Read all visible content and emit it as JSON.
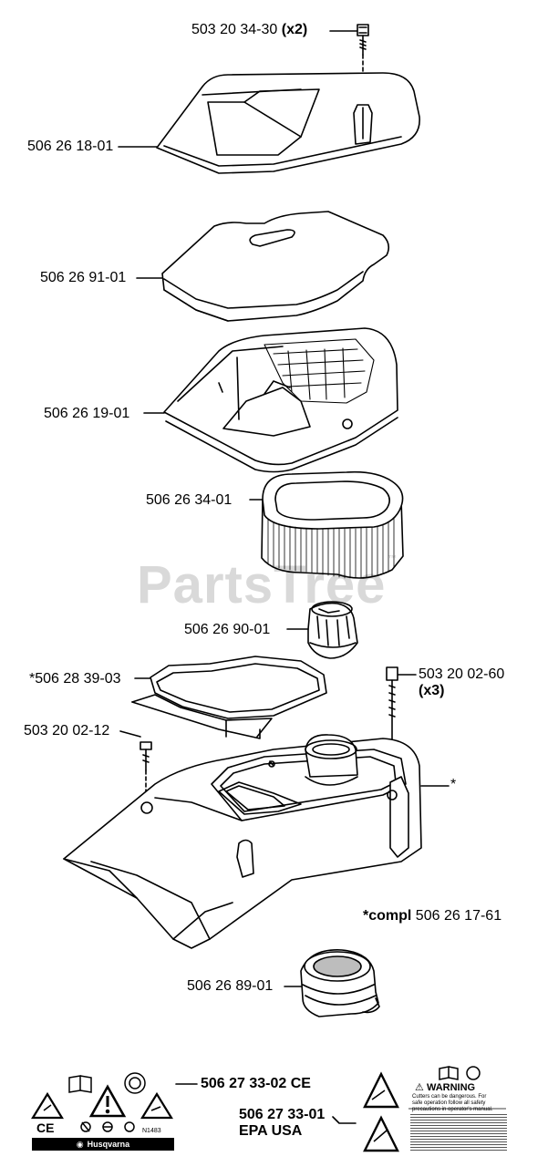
{
  "watermark": {
    "brand": "PartsTree",
    "tm": "™"
  },
  "parts": [
    {
      "id": "air-filter-cover-screw",
      "number": "503 20 34-30",
      "qty": "(x2)"
    },
    {
      "id": "air-filter-cover",
      "number": "506 26 18-01"
    },
    {
      "id": "filter-pad",
      "number": "506 26 91-01"
    },
    {
      "id": "filter-housing",
      "number": "506 26 19-01"
    },
    {
      "id": "air-filter",
      "number": "506 26 34-01"
    },
    {
      "id": "filter-holder",
      "number": "506 26 90-01"
    },
    {
      "id": "gasket",
      "number": "*506 28 39-03"
    },
    {
      "id": "housing-bolt",
      "number": "503 20 02-60",
      "qty": "(x3)"
    },
    {
      "id": "small-screw",
      "number": "503 20 02-12"
    },
    {
      "id": "asterisk-marker",
      "number": "*"
    },
    {
      "id": "complete-assembly",
      "prefix": "*compl",
      "number": "506 26 17-61"
    },
    {
      "id": "intake-boot",
      "number": "506 26 89-01"
    },
    {
      "id": "decal-ce",
      "number": "506 27 33-02 CE"
    },
    {
      "id": "decal-epa",
      "number": "506 27 33-01",
      "note": "EPA USA"
    }
  ],
  "decal_ce": {
    "brand": "Husqvarna",
    "ce_mark": "CE",
    "code": "N1483"
  },
  "decal_epa": {
    "warning": "WARNING",
    "text_lines": [
      "Cutters can be dangerous. For",
      "safe operation follow all safety",
      "precautions in operator's manual."
    ]
  }
}
